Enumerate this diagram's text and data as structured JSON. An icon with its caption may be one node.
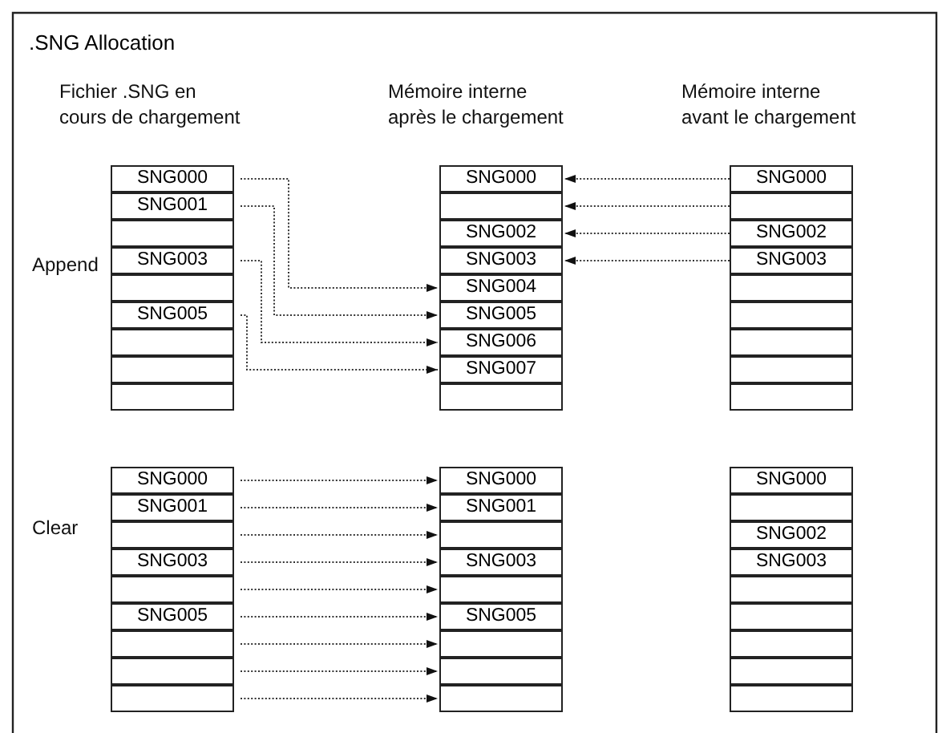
{
  "diagram": {
    "title": ".SNG Allocation",
    "nodes": [
      {
        "text": [
          "SNG000"
        ]
      },
      {
        "text": [
          "SNG001"
        ]
      },
      {
        "text": [],
        "shape": "box"
      },
      {
        "text": [
          "SNG003"
        ]
      },
      {
        "text": [],
        "shape": "box"
      },
      {
        "text": [
          "SNG005"
        ]
      },
      {
        "text": [],
        "shape": "box"
      },
      {
        "text": [],
        "shape": "box"
      },
      {
        "text": [],
        "shape": "box"
      },
      {
        "text": [
          "SNG000"
        ]
      },
      {
        "text": [],
        "shape": "box"
      },
      {
        "text": [
          "SNG002"
        ]
      },
      {
        "text": [
          "SNG003"
        ]
      },
      {
        "text": [
          "SNG004"
        ]
      },
      {
        "text": [
          "SNG005"
        ]
      },
      {
        "text": [
          "SNG006"
        ]
      },
      {
        "text": [
          "SNG007"
        ]
      },
      {
        "text": [],
        "shape": "box"
      },
      {
        "text": [
          "SNG000"
        ]
      },
      {
        "text": [],
        "shape": "box"
      },
      {
        "text": [
          "SNG002"
        ]
      },
      {
        "text": [
          "SNG003"
        ]
      },
      {
        "text": [],
        "shape": "box"
      },
      {
        "text": [],
        "shape": "box"
      },
      {
        "text": [],
        "shape": "box"
      },
      {
        "text": [],
        "shape": "box"
      },
      {
        "text": [],
        "shape": "box"
      },
      {
        "text": [
          "SNG000"
        ]
      },
      {
        "text": [
          "SNG001"
        ]
      },
      {
        "text": [],
        "shape": "box"
      },
      {
        "text": [
          "SNG003"
        ]
      },
      {
        "text": [],
        "shape": "box"
      },
      {
        "text": [
          "SNG005"
        ]
      },
      {
        "text": [],
        "shape": "box"
      },
      {
        "text": [],
        "shape": "box"
      },
      {
        "text": [],
        "shape": "box"
      },
      {
        "text": [
          "SNG000"
        ]
      },
      {
        "text": [
          "SNG001"
        ]
      },
      {
        "text": [],
        "shape": "box"
      },
      {
        "text": [
          "SNG003"
        ]
      },
      {
        "text": [],
        "shape": "box"
      },
      {
        "text": [
          "SNG005"
        ]
      },
      {
        "text": [],
        "shape": "box"
      },
      {
        "text": [],
        "shape": "box"
      },
      {
        "text": [],
        "shape": "box"
      },
      {
        "text": [
          "SNG000"
        ]
      },
      {
        "text": [],
        "shape": "box"
      },
      {
        "text": [
          "SNG002"
        ]
      },
      {
        "text": [
          "SNG003"
        ]
      },
      {
        "text": [],
        "shape": "box"
      },
      {
        "text": [],
        "shape": "box"
      },
      {
        "text": [],
        "shape": "box"
      },
      {
        "text": [],
        "shape": "box"
      },
      {
        "text": [],
        "shape": "box"
      }
    ],
    "edges": [
      {
        "from": 0,
        "to": 13,
        "arrow": "to"
      },
      {
        "from": 1,
        "to": 14,
        "arrow": "to"
      },
      {
        "from": 3,
        "to": 15,
        "arrow": "to"
      },
      {
        "from": 5,
        "to": 16,
        "arrow": "to"
      },
      {
        "from": 18,
        "to": 9,
        "arrow": "to"
      },
      {
        "from": 19,
        "to": 10,
        "arrow": "to"
      },
      {
        "from": 20,
        "to": 11,
        "arrow": "to"
      },
      {
        "from": 21,
        "to": 12,
        "arrow": "to"
      },
      {
        "from": 27,
        "to": 36,
        "arrow": "to"
      },
      {
        "from": 28,
        "to": 37,
        "arrow": "to"
      },
      {
        "from": 29,
        "to": 38,
        "arrow": "to"
      },
      {
        "from": 30,
        "to": 39,
        "arrow": "to"
      },
      {
        "from": 31,
        "to": 40,
        "arrow": "to"
      },
      {
        "from": 32,
        "to": 41,
        "arrow": "to"
      },
      {
        "from": 33,
        "to": 42,
        "arrow": "to"
      },
      {
        "from": 34,
        "to": 43,
        "arrow": "to"
      },
      {
        "from": 35,
        "to": 44,
        "arrow": "to"
      }
    ],
    "labels": [
      "Fichier .SNG en cours de chargement",
      "Mémoire interne après le chargement",
      "Mémoire interne avant le chargement",
      "Append",
      "Clear"
    ]
  }
}
